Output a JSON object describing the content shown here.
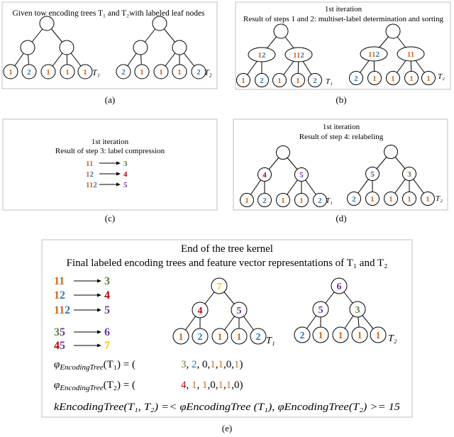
{
  "colors": {
    "orange": "#d2691e",
    "blue": "#2e75b6",
    "red": "#c00000",
    "purple": "#7030a0",
    "green": "#548235",
    "gold": "#ffc000",
    "panel_border": "#bfbfbf"
  },
  "panels": {
    "a": {
      "title": "Given tow encoding trees T₁ and T₂with labeled leaf nodes",
      "caption": "(a)",
      "tree1_leaves": [
        "1",
        "2",
        "1",
        "1",
        "1"
      ],
      "tree2_leaves": [
        "2",
        "1",
        "1",
        "1",
        "2"
      ],
      "t1": "T₁",
      "t2": "T₂"
    },
    "b": {
      "line1": "1st iteration",
      "line2": "Result of steps 1 and 2: multiset-label determination and sorting",
      "caption": "(b)",
      "tree1_mid": [
        "12",
        "112"
      ],
      "tree2_mid": [
        "112",
        "11"
      ],
      "tree1_leaves": [
        "1",
        "2",
        "1",
        "1",
        "2"
      ],
      "tree2_leaves": [
        "2",
        "1",
        "1",
        "1",
        "1"
      ],
      "t1": "T₁",
      "t2": "T₂"
    },
    "c": {
      "line1": "1st iteration",
      "line2": "Result of step 3: label compression",
      "caption": "(c)",
      "maps": [
        {
          "from": "11",
          "to": "3"
        },
        {
          "from": "12",
          "to": "4"
        },
        {
          "from": "112",
          "to": "5"
        }
      ]
    },
    "d": {
      "line1": "1st iteration",
      "line2": "Result of step 4: relabeling",
      "caption": "(d)",
      "tree1_mid": [
        "4",
        "5"
      ],
      "tree2_mid": [
        "5",
        "3"
      ],
      "tree1_leaves": [
        "1",
        "2",
        "1",
        "1",
        "2"
      ],
      "tree2_leaves": [
        "2",
        "1",
        "1",
        "1",
        "1"
      ],
      "t1": "T₁",
      "t2": "T₂"
    },
    "e": {
      "title1": "End of the tree kernel",
      "title2": "Final labeled encoding trees and feature vector representations of T₁ and T₂",
      "caption": "(e)",
      "maps": [
        {
          "from": "11",
          "to": "3"
        },
        {
          "from": "12",
          "to": "4"
        },
        {
          "from": "112",
          "to": "5"
        },
        {
          "from": "35",
          "to": "6"
        },
        {
          "from": "45",
          "to": "7"
        }
      ],
      "tree1_root": "7",
      "tree2_root": "6",
      "tree1_mid": [
        "4",
        "5"
      ],
      "tree2_mid": [
        "5",
        "3"
      ],
      "tree1_leaves": [
        "1",
        "2",
        "1",
        "1",
        "2"
      ],
      "tree2_leaves": [
        "2",
        "1",
        "1",
        "1",
        "1"
      ],
      "t1": "T₁",
      "t2": "T₂",
      "phi1_label": "φEncodingTree(T₁) = (",
      "phi1_values": [
        "3",
        "2",
        "0",
        "1",
        "1",
        "0",
        "1"
      ],
      "phi2_label": "φEncodingTree(T₂) = (",
      "phi2_values": [
        "4",
        "1",
        "1",
        "0",
        "1",
        "1",
        "0"
      ],
      "kernel": "kEncodingTree(T₁, T₂) =< φEncodingTree (T₁), φEncodingTree(T₂) >= 15"
    }
  }
}
